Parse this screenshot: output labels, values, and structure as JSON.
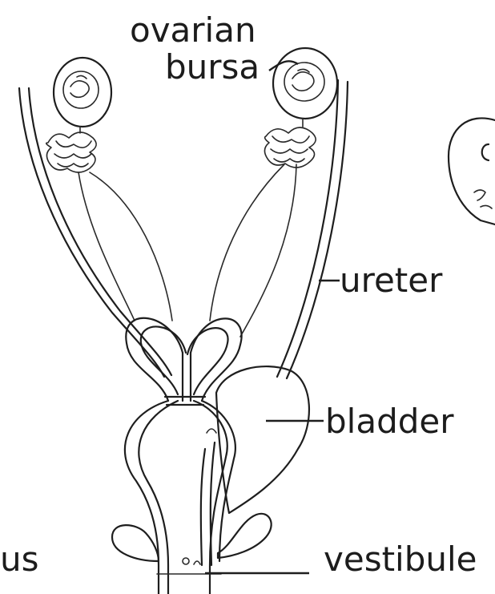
{
  "labels": {
    "ovarian_line1": "ovarian",
    "ovarian_line2": "bursa",
    "ureter": "ureter",
    "bladder": "bladder",
    "vestibule": "vestibule",
    "left_cut": "us"
  }
}
